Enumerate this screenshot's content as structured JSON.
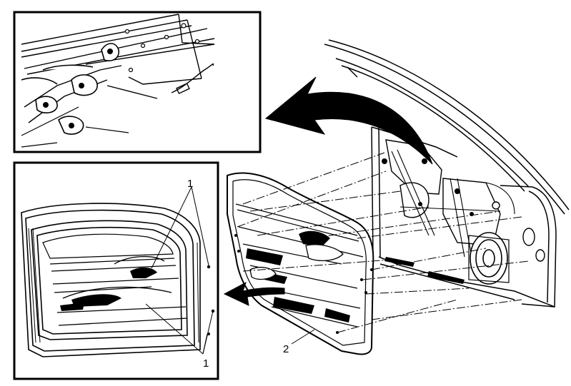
{
  "diagram": {
    "callouts": {
      "top_label": "1",
      "bottom_label": "1",
      "part_2_label": "2"
    },
    "colors": {
      "line": "#000000",
      "background": "#ffffff",
      "frame": "#000000"
    },
    "icons": [
      "curved-arrow-up-left-icon",
      "curved-arrow-left-icon"
    ]
  }
}
